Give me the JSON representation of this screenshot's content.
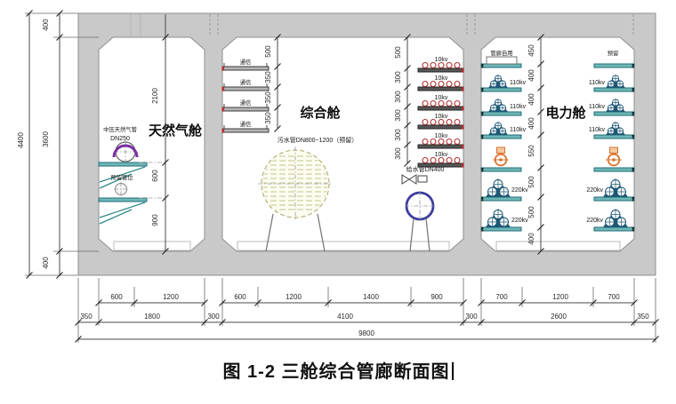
{
  "caption": "图 1-2 三舱综合管廊断面图",
  "colors": {
    "concrete": "#c9c9c9",
    "shelf_teal": "#6fb7b7",
    "cable_blue": "#1d5876",
    "anchor_red": "#c22a2a",
    "fire_orange": "#d9732e",
    "gas_saddle_purple": "#7b2fa3",
    "water_ring_blue": "#3d3da0"
  },
  "left_dims": {
    "total": "4400",
    "segments": [
      "400",
      "3600",
      "400"
    ]
  },
  "gas": {
    "name": "天然气舱",
    "pipe_line1": "中压天然气管",
    "pipe_line2": "DN250",
    "reserved": "预留管位",
    "dims": [
      "2100",
      "600",
      "900"
    ]
  },
  "utility": {
    "name": "综合舱",
    "comm": "通信",
    "left_dims": [
      "500",
      "350",
      "350",
      "350"
    ],
    "cable": "10kv",
    "right_dims": [
      "500",
      "300",
      "300",
      "300",
      "300",
      "300"
    ],
    "sewage": "污水管DN800~1200（预留）",
    "water": "给水管DN400"
  },
  "power": {
    "name": "电力舱",
    "self_use": "管廊自用",
    "reserved": "预留",
    "v110": "110kv",
    "v220": "220kv",
    "dims": [
      "450",
      "400",
      "400",
      "400",
      "550",
      "500",
      "500",
      "400"
    ]
  },
  "bottom": {
    "row1": [
      "600",
      "1200",
      "600",
      "1200",
      "1400",
      "900",
      "700",
      "1200",
      "700"
    ],
    "row2": [
      "350",
      "1800",
      "300",
      "4100",
      "300",
      "2600",
      "350"
    ],
    "total": "9800"
  }
}
